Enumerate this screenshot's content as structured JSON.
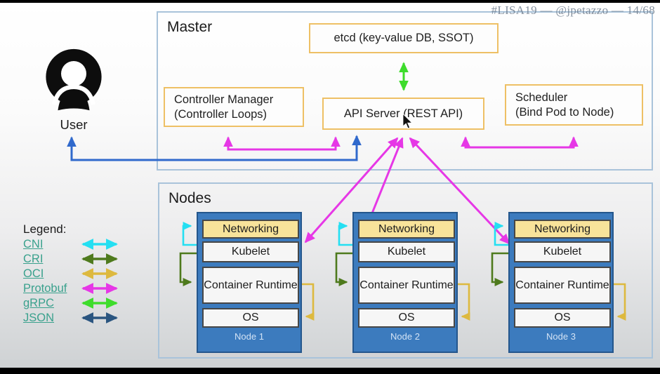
{
  "watermark": "#LISA19 — @jpetazzo — 14/68",
  "user": {
    "label": "User"
  },
  "master": {
    "title": "Master",
    "etcd_label": "etcd (key-value DB, SSOT)",
    "controller_manager": {
      "line1": "Controller Manager",
      "line2": "(Controller Loops)"
    },
    "api_server_label": "API Server (REST API)",
    "scheduler": {
      "line1": "Scheduler",
      "line2": "(Bind Pod to Node)"
    }
  },
  "nodes": {
    "title": "Nodes",
    "items": [
      {
        "name": "Node 1",
        "layers": [
          "Networking",
          "Kubelet",
          "Container Runtime",
          "OS"
        ]
      },
      {
        "name": "Node 2",
        "layers": [
          "Networking",
          "Kubelet",
          "Container Runtime",
          "OS"
        ]
      },
      {
        "name": "Node 3",
        "layers": [
          "Networking",
          "Kubelet",
          "Container Runtime",
          "OS"
        ]
      }
    ]
  },
  "legend": {
    "title": "Legend:",
    "items": [
      {
        "label": "CNI",
        "color": "#24dff2"
      },
      {
        "label": "CRI",
        "color": "#4e7a1d"
      },
      {
        "label": "OCI",
        "color": "#ddb93f"
      },
      {
        "label": "Protobuf",
        "color": "#e637e6"
      },
      {
        "label": "gRPC",
        "color": "#3edc2c"
      },
      {
        "label": "JSON",
        "color": "#2a5580"
      }
    ]
  },
  "connections": [
    {
      "from": "User",
      "to": "API Server",
      "protocol": "JSON",
      "color": "#3069cc"
    },
    {
      "from": "etcd",
      "to": "API Server",
      "protocol": "gRPC",
      "color": "#3edc2c"
    },
    {
      "from": "Controller Manager",
      "to": "API Server",
      "protocol": "Protobuf",
      "color": "#e637e6"
    },
    {
      "from": "Scheduler",
      "to": "API Server",
      "protocol": "Protobuf",
      "color": "#e637e6"
    },
    {
      "from": "API Server",
      "to": "Kubelet (Node 1)",
      "protocol": "Protobuf",
      "color": "#e637e6"
    },
    {
      "from": "API Server",
      "to": "Kubelet (Node 2)",
      "protocol": "Protobuf",
      "color": "#e637e6"
    },
    {
      "from": "API Server",
      "to": "Kubelet (Node 3)",
      "protocol": "Protobuf",
      "color": "#e637e6"
    },
    {
      "from": "Kubelet",
      "to": "Networking",
      "protocol": "CNI",
      "color": "#24dff2"
    },
    {
      "from": "Kubelet",
      "to": "Container Runtime",
      "protocol": "CRI",
      "color": "#4e7a1d"
    },
    {
      "from": "Container Runtime",
      "to": "OS",
      "protocol": "OCI",
      "color": "#ddb93f"
    }
  ]
}
